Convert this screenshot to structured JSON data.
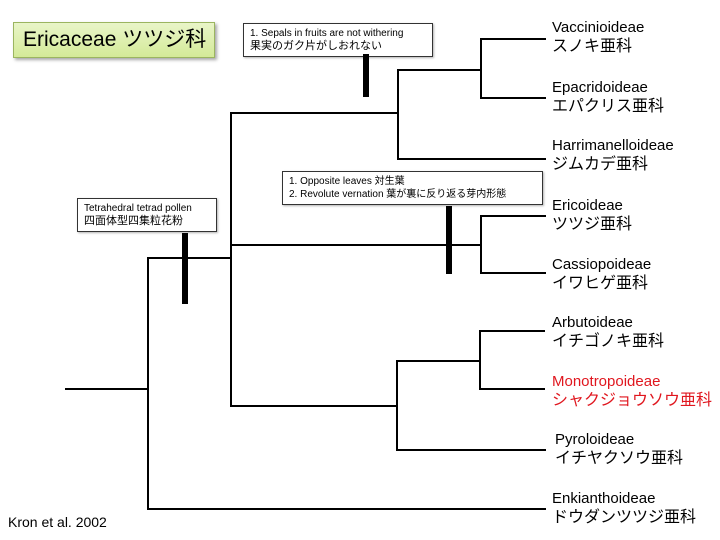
{
  "title": "Ericaceae ツツジ科",
  "citation": "Kron et al. 2002",
  "notes": {
    "sepals": {
      "line1": "1. Sepals in fruits are not withering",
      "line2": "果実のガク片がしおれない"
    },
    "leaves": {
      "line1": "1. Opposite leaves  対生葉",
      "line2": "2. Revolute vernation 葉が裏に反り返る芽内形態"
    },
    "pollen": {
      "line1": "Tetrahedral tetrad pollen",
      "line2": "四面体型四集粒花粉"
    }
  },
  "taxa": [
    {
      "latin": "Vaccinioideae",
      "japanese": "スノキ亜科",
      "highlight": false
    },
    {
      "latin": "Epacridoideae",
      "japanese": "エパクリス亜科",
      "highlight": false
    },
    {
      "latin": "Harrimanelloideae",
      "japanese": "ジムカデ亜科",
      "highlight": false
    },
    {
      "latin": "Ericoideae",
      "japanese": "ツツジ亜科",
      "highlight": false
    },
    {
      "latin": "Cassiopoideae",
      "japanese": "イワヒゲ亜科",
      "highlight": false
    },
    {
      "latin": "Arbutoideae",
      "japanese": "イチゴノキ亜科",
      "highlight": false
    },
    {
      "latin": "Monotropoideae",
      "japanese": "シャクジョウソウ亜科",
      "highlight": true
    },
    {
      "latin": "Pyroloideae",
      "japanese": "イチヤクソウ亜科",
      "highlight": false
    },
    {
      "latin": "Enkianthoideae",
      "japanese": "ドウダンツツジ亜科",
      "highlight": false
    }
  ],
  "colors": {
    "highlight": "#e0161e",
    "title_bg": "#dcefa8"
  }
}
